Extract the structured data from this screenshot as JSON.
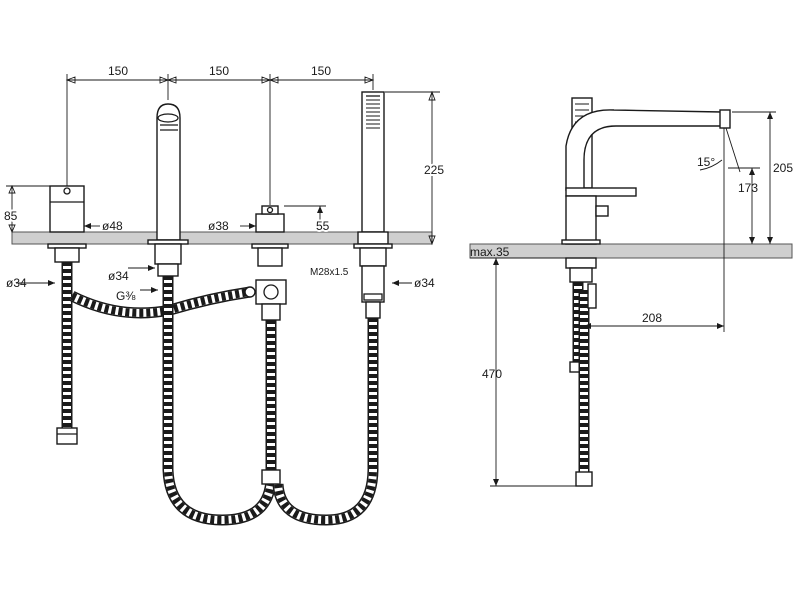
{
  "front_view": {
    "dim_spacing_1": "150",
    "dim_spacing_2": "150",
    "dim_spacing_3": "150",
    "dim_height_handshower": "225",
    "dim_height_valve": "85",
    "dim_dia_valve": "ø48",
    "dim_dia_diverter": "ø38",
    "dim_height_diverter": "55",
    "dim_dia_left_hose": "ø34",
    "dim_dia_spout_base": "ø34",
    "dim_thread_spout": "G⅜",
    "dim_thread_connector": "M28x1.5",
    "dim_dia_holder": "ø34"
  },
  "side_view": {
    "dim_max_deck": "max.35",
    "dim_height_total": "205",
    "dim_angle": "15°",
    "dim_height_spout": "173",
    "dim_projection": "208",
    "dim_hose_length": "470"
  }
}
